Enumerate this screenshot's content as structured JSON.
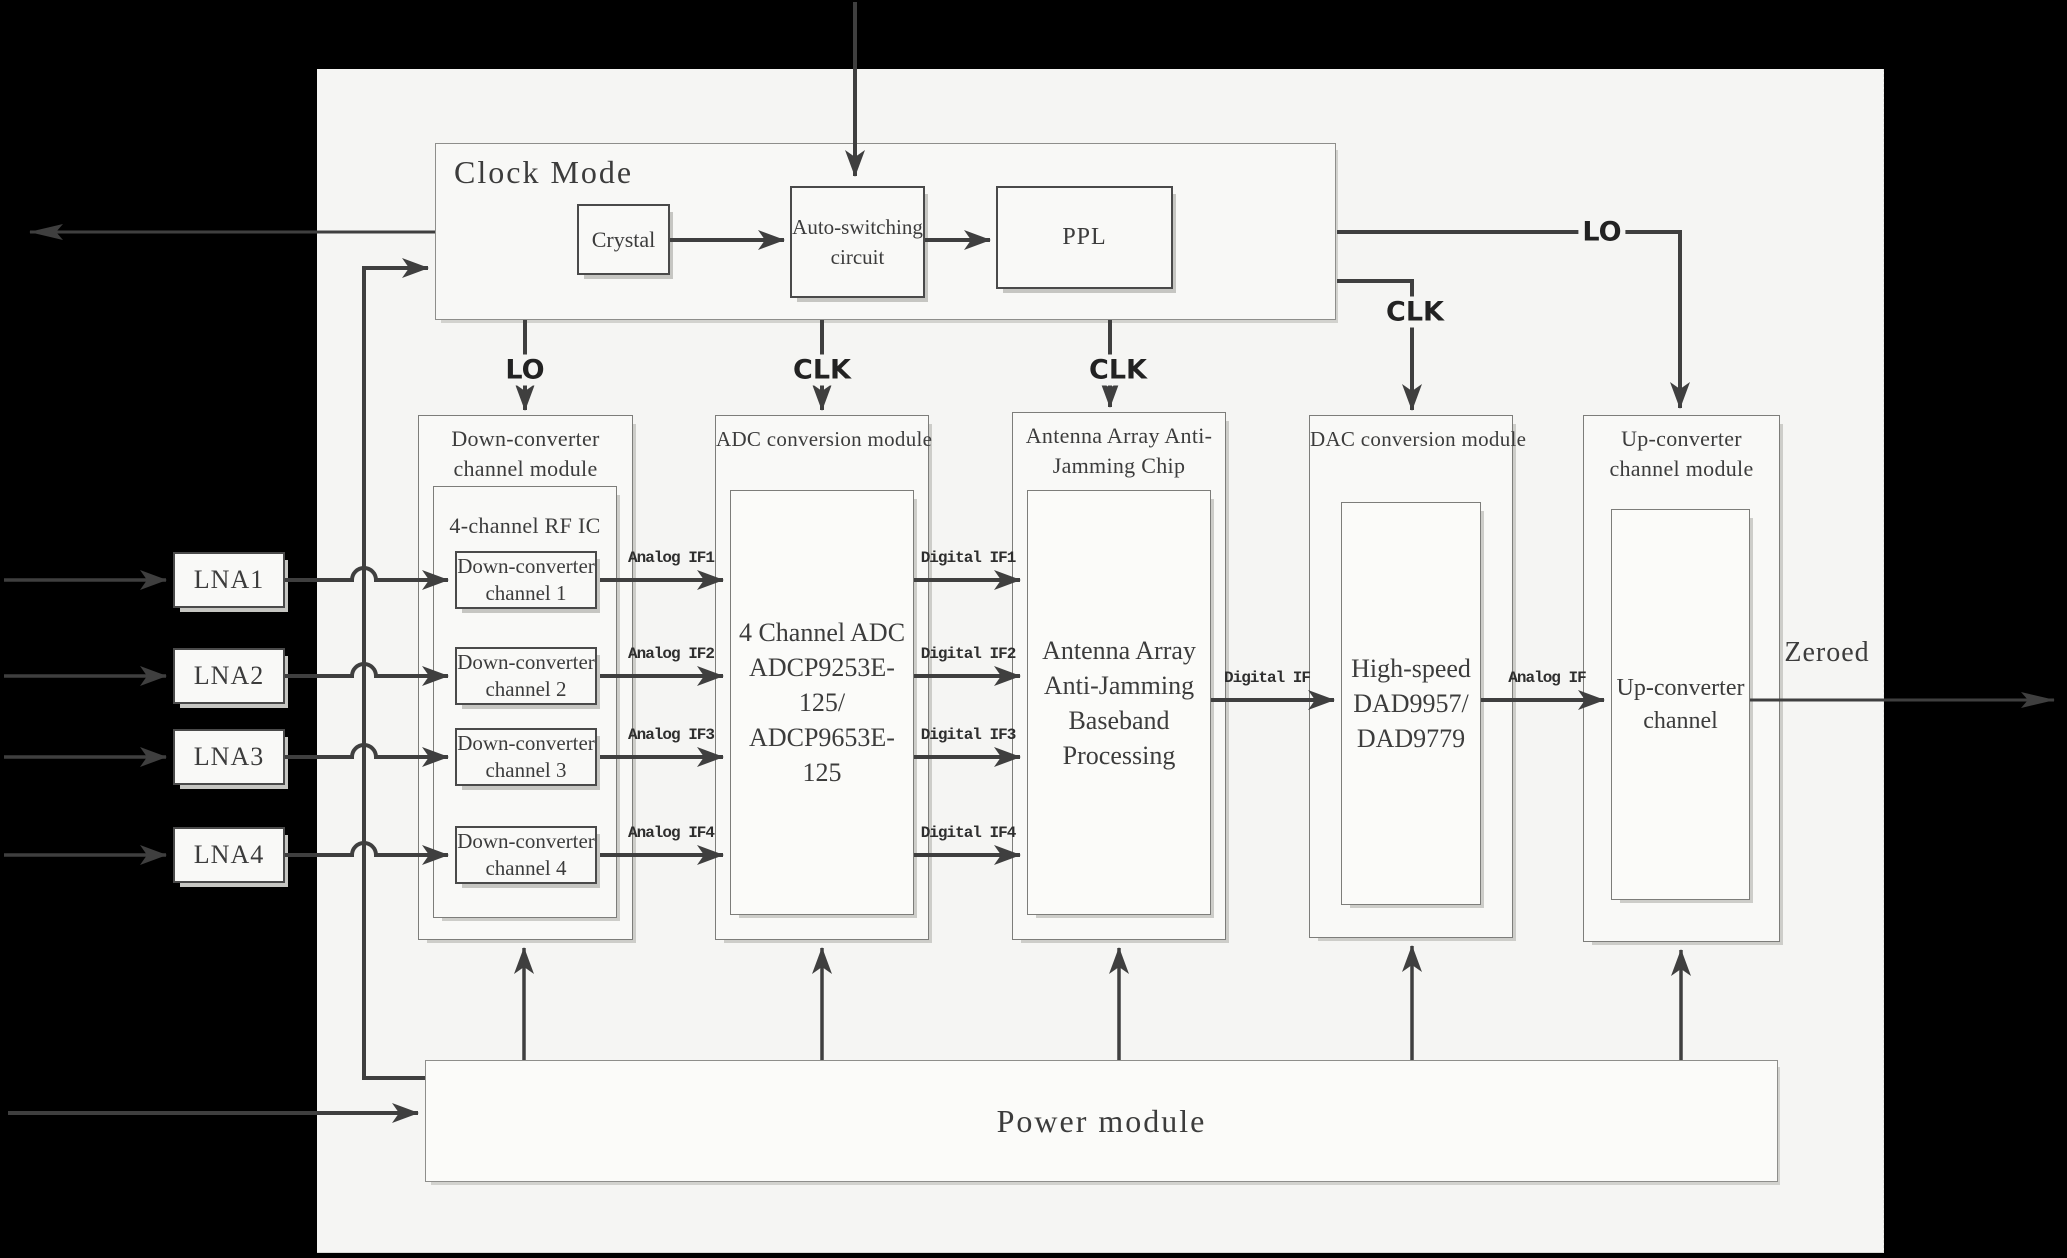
{
  "clock_module": {
    "title": "Clock Mode",
    "crystal_label": "Crystal",
    "auto_switching_label": "Auto-switching circuit",
    "pll_label": "PPL"
  },
  "line_labels": {
    "lo": "LO",
    "clk": "CLK",
    "zeroed": "Zeroed",
    "digital_if": "Digital IF",
    "analog_if": "Analog IF",
    "analog_if_channels": [
      "Analog IF1",
      "Analog IF2",
      "Analog IF3",
      "Analog IF4"
    ],
    "digital_if_channels": [
      "Digital IF1",
      "Digital IF2",
      "Digital IF3",
      "Digital IF4"
    ]
  },
  "lna_blocks": [
    {
      "label": "LNA1"
    },
    {
      "label": "LNA2"
    },
    {
      "label": "LNA3"
    },
    {
      "label": "LNA4"
    }
  ],
  "modules": {
    "down_converter": {
      "title": "Down-converter channel module",
      "rf_ic_title": "4-channel RF IC",
      "channels": [
        "Down-converter channel 1",
        "Down-converter channel 2",
        "Down-converter channel 3",
        "Down-converter channel 4"
      ]
    },
    "adc": {
      "title": "ADC conversion module",
      "chip": "4 Channel ADC ADCP9253E-125/ ADCP9653E-125"
    },
    "antenna": {
      "title": "Antenna Array Anti-Jamming Chip",
      "chip": "Antenna Array Anti-Jamming Baseband Processing"
    },
    "dac": {
      "title": "DAC conversion module",
      "chip": "High-speed DAD9957/ DAD9779"
    },
    "up_converter": {
      "title": "Up-converter channel module",
      "chip": "Up-converter channel"
    },
    "power": {
      "title": "Power module"
    }
  },
  "colors": {
    "line": "#3f3f3f",
    "panel_bg": "#f5f5f3",
    "outside_bg": "#000000",
    "box_border": "#4a4a4a",
    "text": "#3c3c3c"
  }
}
